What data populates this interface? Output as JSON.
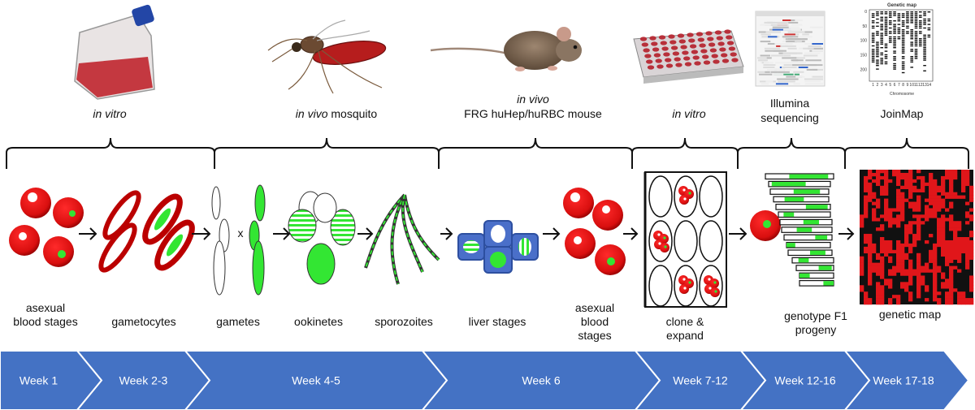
{
  "conditions": [
    {
      "line1": "in vitro",
      "line1_italic": true,
      "line2": ""
    },
    {
      "line1": "in vivo",
      "line1_italic": true,
      "line2": " mosquito",
      "inline": true
    },
    {
      "line1": "in vivo",
      "line1_italic": true,
      "line2": "FRG huHep/huRBC mouse"
    },
    {
      "line1": "in vitro",
      "line1_italic": true,
      "line2": ""
    },
    {
      "line1": "Illumina",
      "line1_italic": false,
      "line2": "sequencing"
    },
    {
      "line1": "JoinMap",
      "line1_italic": false,
      "line2": ""
    }
  ],
  "stages": [
    {
      "l1": "asexual",
      "l2": "blood stages",
      "l3": ""
    },
    {
      "l1": "gametocytes",
      "l2": "",
      "l3": ""
    },
    {
      "l1": "gametes",
      "l2": "",
      "l3": ""
    },
    {
      "l1": "ookinetes",
      "l2": "",
      "l3": ""
    },
    {
      "l1": "sporozoites",
      "l2": "",
      "l3": ""
    },
    {
      "l1": "liver stages",
      "l2": "",
      "l3": ""
    },
    {
      "l1": "asexual",
      "l2": "blood",
      "l3": "stages"
    },
    {
      "l1": "clone &",
      "l2": "expand",
      "l3": ""
    },
    {
      "l1": "genotype F1",
      "l2": "progeny",
      "l3": ""
    },
    {
      "l1": "genetic map",
      "l2": "",
      "l3": ""
    }
  ],
  "cross_symbol": "x",
  "weeks": [
    "Week 1",
    "Week 2-3",
    "Week 4-5",
    "Week 6",
    "Week 7-12",
    "Week 12-16",
    "Week 17-18"
  ],
  "genetic_map_plot": {
    "title": "Genetic map",
    "xlabel": "Chromosome",
    "xticks": [
      "1",
      "2",
      "3",
      "4",
      "5",
      "6",
      "7",
      "8",
      "9",
      "10",
      "11",
      "12",
      "13",
      "14"
    ],
    "yticks": [
      "0",
      "50",
      "100",
      "150",
      "200"
    ]
  },
  "colors": {
    "rbc": "#d90f0f",
    "rbc_dark": "#8a0000",
    "parasite": "#33e633",
    "arrow_band": "#4472c4",
    "liver_cell": "#4a6fc9"
  }
}
